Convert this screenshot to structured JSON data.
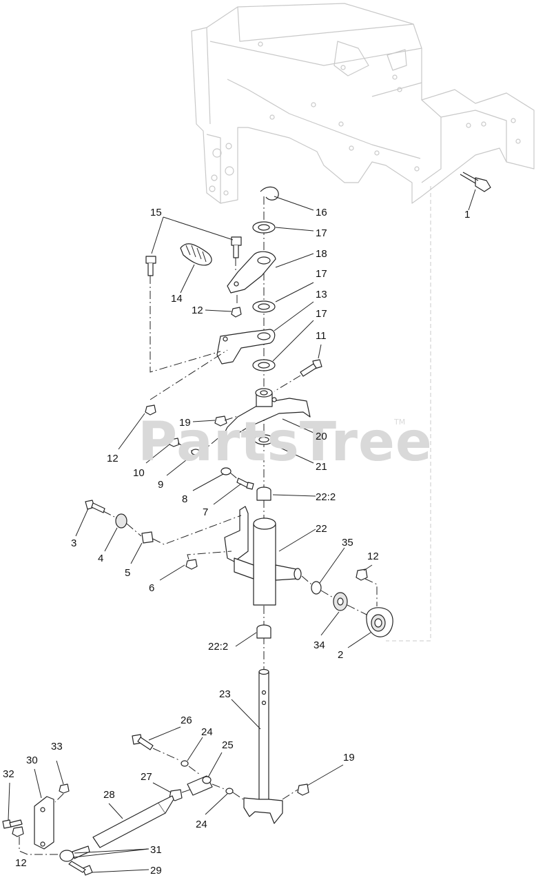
{
  "watermark": {
    "text": "PartsTree",
    "tm": "TM"
  },
  "callouts": [
    {
      "id": "c1",
      "label": "1"
    },
    {
      "id": "c16",
      "label": "16"
    },
    {
      "id": "c17a",
      "label": "17"
    },
    {
      "id": "c18",
      "label": "18"
    },
    {
      "id": "c15",
      "label": "15"
    },
    {
      "id": "c14",
      "label": "14"
    },
    {
      "id": "c17b",
      "label": "17"
    },
    {
      "id": "c13",
      "label": "13"
    },
    {
      "id": "c12a",
      "label": "12"
    },
    {
      "id": "c17c",
      "label": "17"
    },
    {
      "id": "c11",
      "label": "11"
    },
    {
      "id": "c19a",
      "label": "19"
    },
    {
      "id": "c20",
      "label": "20"
    },
    {
      "id": "c12b",
      "label": "12"
    },
    {
      "id": "c10",
      "label": "10"
    },
    {
      "id": "c21",
      "label": "21"
    },
    {
      "id": "c9",
      "label": "9"
    },
    {
      "id": "c8",
      "label": "8"
    },
    {
      "id": "c22_2a",
      "label": "22:2"
    },
    {
      "id": "c7",
      "label": "7"
    },
    {
      "id": "c3",
      "label": "3"
    },
    {
      "id": "c22",
      "label": "22"
    },
    {
      "id": "c4",
      "label": "4"
    },
    {
      "id": "c5",
      "label": "5"
    },
    {
      "id": "c35",
      "label": "35"
    },
    {
      "id": "c12c",
      "label": "12"
    },
    {
      "id": "c6",
      "label": "6"
    },
    {
      "id": "c34",
      "label": "34"
    },
    {
      "id": "c22_2b",
      "label": "22:2"
    },
    {
      "id": "c2",
      "label": "2"
    },
    {
      "id": "c23",
      "label": "23"
    },
    {
      "id": "c26",
      "label": "26"
    },
    {
      "id": "c24a",
      "label": "24"
    },
    {
      "id": "c25",
      "label": "25"
    },
    {
      "id": "c33",
      "label": "33"
    },
    {
      "id": "c19b",
      "label": "19"
    },
    {
      "id": "c32",
      "label": "32"
    },
    {
      "id": "c30",
      "label": "30"
    },
    {
      "id": "c27",
      "label": "27"
    },
    {
      "id": "c28",
      "label": "28"
    },
    {
      "id": "c24b",
      "label": "24"
    },
    {
      "id": "c31",
      "label": "31"
    },
    {
      "id": "c12d",
      "label": "12"
    },
    {
      "id": "c29",
      "label": "29"
    }
  ]
}
